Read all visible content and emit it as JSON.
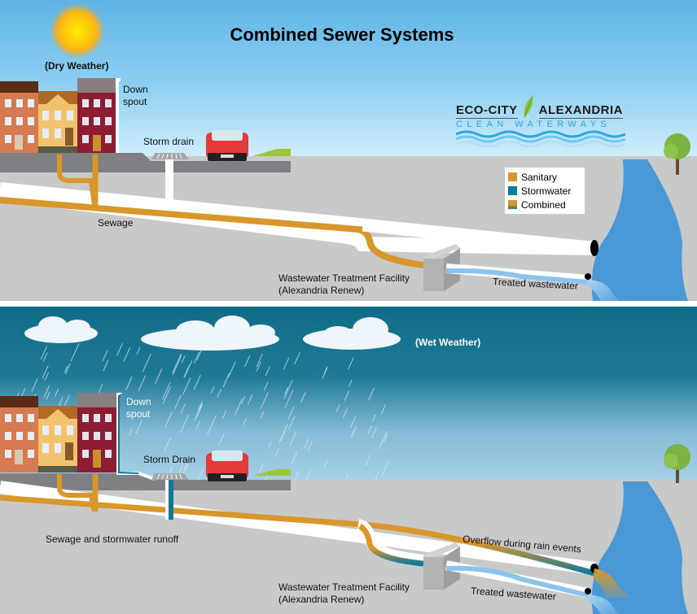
{
  "title": "Combined Sewer Systems",
  "logo": {
    "name_left": "Eco-City",
    "name_right": "Alexandria",
    "tagline": "CLEAN WATERWAYS",
    "leaf_icon": "leaf-icon",
    "wave_icon": "waves-icon"
  },
  "legend": {
    "items": [
      {
        "label": "Sanitary",
        "color": "#d9962a"
      },
      {
        "label": "Stormwater",
        "color": "#10789a"
      },
      {
        "label": "Combined",
        "color": "gradient-sanitary-stormwater"
      }
    ]
  },
  "colors": {
    "sanitary": "#d9962a",
    "stormwater": "#10789a",
    "river": "#4a98d6",
    "ground": "#c8c9c9",
    "street": "#7f8083",
    "treated": "#8cc3ec"
  },
  "dry": {
    "weather_label": "(Dry Weather)",
    "downspout_label_1": "Down",
    "downspout_label_2": "spout",
    "storm_drain_label": "Storm drain",
    "sewage_label": "Sewage",
    "facility_label_1": "Wastewater Treatment Facility",
    "facility_label_2": "(Alexandria Renew)",
    "treated_label": "Treated wastewater"
  },
  "wet": {
    "weather_label": "(Wet Weather)",
    "downspout_label_1": "Down",
    "downspout_label_2": "spout",
    "storm_drain_label": "Storm Drain",
    "runoff_label": "Sewage and stormwater runoff",
    "overflow_label": "Overflow during rain events",
    "facility_label_1": "Wastewater Treatment Facility",
    "facility_label_2": "(Alexandria Renew)",
    "treated_label": "Treated wastewater"
  }
}
